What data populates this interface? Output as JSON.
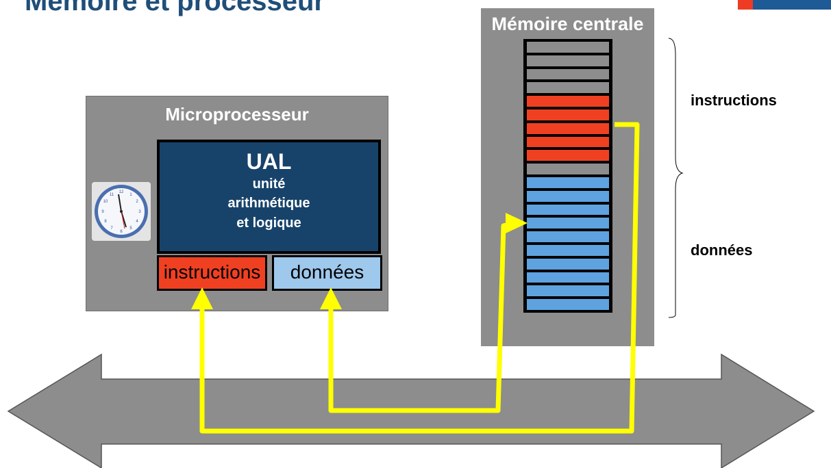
{
  "slide": {
    "title": "Mémoire et processeur"
  },
  "microprocessor": {
    "label": "Microprocesseur",
    "ual": {
      "title": "UAL",
      "line1": "unité",
      "line2": "arithmétique",
      "line3": "et logique"
    },
    "register_instructions": "instructions",
    "register_data": "données",
    "clock_icon": "clock-icon"
  },
  "memory": {
    "label": "Mémoire centrale",
    "cells": [
      "gray",
      "gray",
      "gray",
      "gray",
      "red",
      "red",
      "red",
      "red",
      "red",
      "gray",
      "blue",
      "blue",
      "blue",
      "blue",
      "blue",
      "blue",
      "blue",
      "blue",
      "blue",
      "blue"
    ],
    "brace_instructions": "instructions",
    "brace_data": "données"
  },
  "colors": {
    "gray_cell": "#8d8d8d",
    "red_cell": "#f04022",
    "blue_cell": "#5ea2e0",
    "bus": "#8d8d8d",
    "link": "#ffff00"
  }
}
